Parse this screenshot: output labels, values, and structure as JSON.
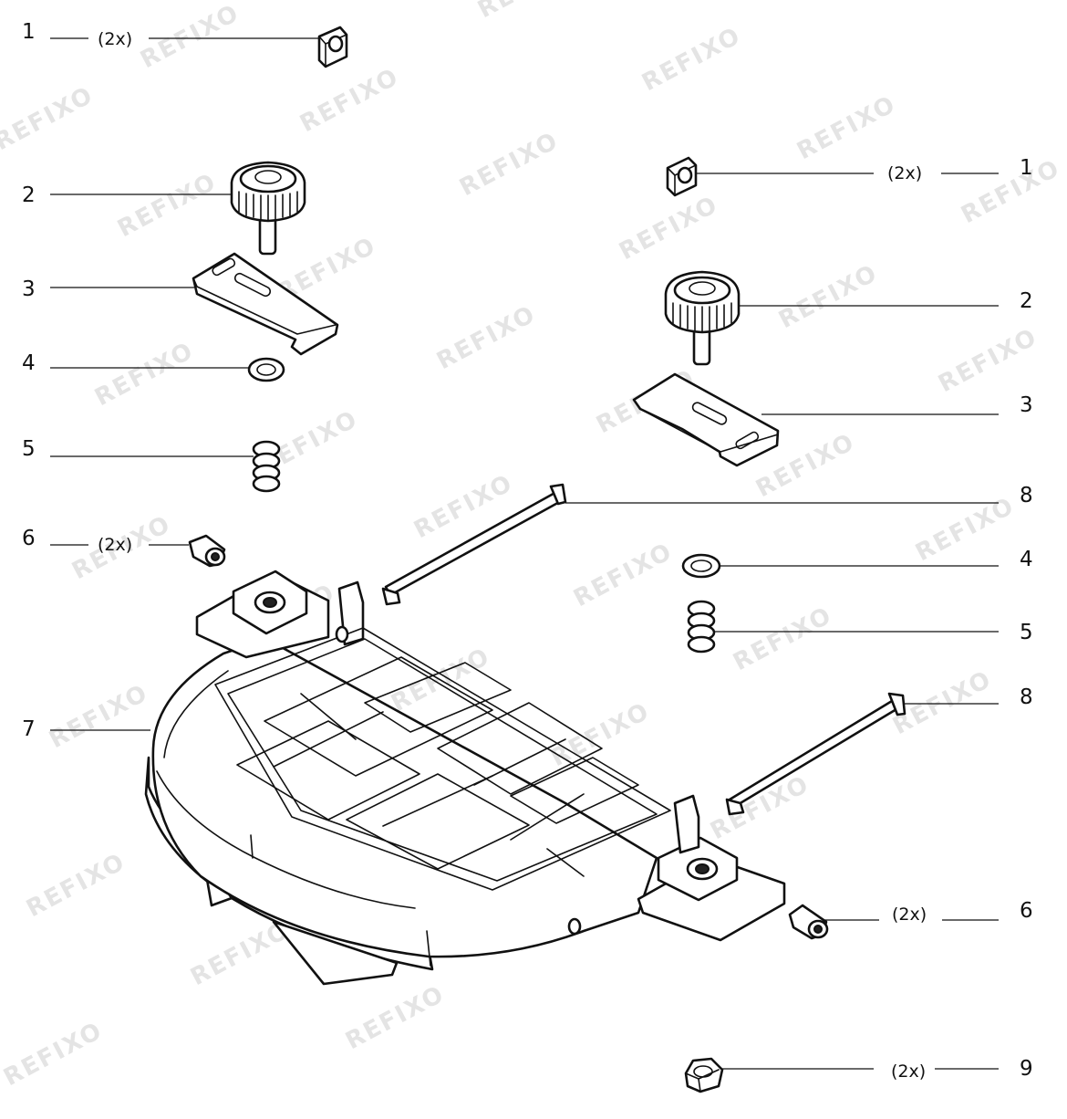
{
  "watermark": "REFIXO",
  "callouts": [
    {
      "id": "c1a",
      "num": "1",
      "qty": "(2x)"
    },
    {
      "id": "c2a",
      "num": "2",
      "qty": ""
    },
    {
      "id": "c3a",
      "num": "3",
      "qty": ""
    },
    {
      "id": "c4a",
      "num": "4",
      "qty": ""
    },
    {
      "id": "c5a",
      "num": "5",
      "qty": ""
    },
    {
      "id": "c6a",
      "num": "6",
      "qty": "(2x)"
    },
    {
      "id": "c7",
      "num": "7",
      "qty": ""
    },
    {
      "id": "c1b",
      "num": "1",
      "qty": "(2x)"
    },
    {
      "id": "c2b",
      "num": "2",
      "qty": ""
    },
    {
      "id": "c3b",
      "num": "3",
      "qty": ""
    },
    {
      "id": "c8a",
      "num": "8",
      "qty": ""
    },
    {
      "id": "c4b",
      "num": "4",
      "qty": ""
    },
    {
      "id": "c5b",
      "num": "5",
      "qty": ""
    },
    {
      "id": "c8b",
      "num": "8",
      "qty": ""
    },
    {
      "id": "c6b",
      "num": "6",
      "qty": "(2x)"
    },
    {
      "id": "c9",
      "num": "9",
      "qty": "(2x)"
    }
  ]
}
